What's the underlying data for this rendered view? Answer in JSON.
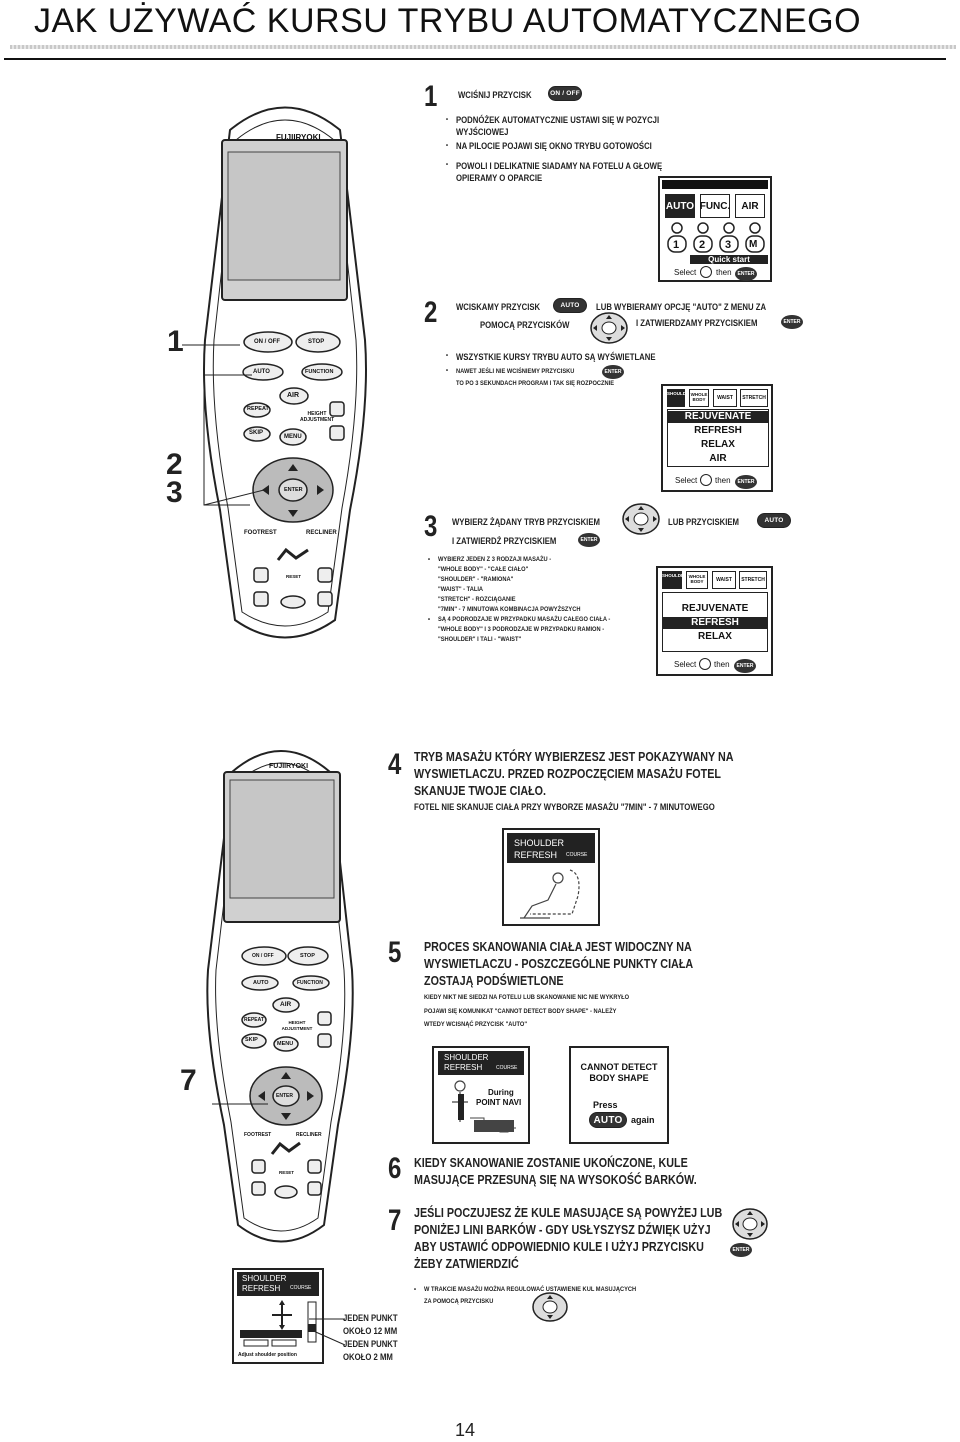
{
  "page": {
    "title": "JAK UŻYWAĆ KURSU TRYBU AUTOMATYCZNEGO",
    "page_number": "14"
  },
  "remote": {
    "brand": "FUJIIRYOKI",
    "buttons": {
      "on_off": "ON / OFF",
      "stop": "STOP",
      "auto": "AUTO",
      "function": "FUNCTION",
      "air": "AIR",
      "repeat": "REPEAT",
      "height": "HEIGHT ADJUSTMENT",
      "skip": "SKIP",
      "menu": "MENU",
      "enter": "ENTER",
      "footrest": "FOOTREST",
      "recliner": "RECLINER",
      "reset": "RESET"
    },
    "callouts": {
      "one": "1",
      "two": "2",
      "three": "3",
      "seven": "7"
    }
  },
  "step1": {
    "num": "1",
    "head": "WCIŚNIJ PRZYCISK",
    "pill": "ON / OFF",
    "b1": "PODNÓŻEK AUTOMATYCZNIE USTAWI SIĘ W POZYCJI",
    "b1b": "WYJŚCIOWEJ",
    "b2": "NA PILOCIE POJAWI SIĘ OKNO TRYBU GOTOWOŚCI",
    "b3": "POWOLI I DELIKATNIE SIADAMY NA FOTELU A GŁOWĘ",
    "b3b": "OPIERAMY O OPARCIE",
    "screen": {
      "tabs": [
        "AUTO",
        "FUNC.",
        "AIR"
      ],
      "users": [
        "1",
        "2",
        "3",
        "M"
      ],
      "quick": "Quick start",
      "select": "Select",
      "then": "then",
      "enter": "ENTER"
    }
  },
  "step2": {
    "num": "2",
    "l1a": "WCISKAMY PRZYCISK",
    "pill": "AUTO",
    "l1b": "LUB WYBIERAMY OPCJĘ \"AUTO\" Z MENU ZA",
    "l2a": "POMOCĄ PRZYCISKÓW",
    "l2b": "I ZATWIERDZAMY PRZYCISKIEM",
    "enter": "ENTER",
    "b1": "WSZYSTKIE KURSY TRYBU AUTO SĄ WYŚWIETLANE",
    "b2": "NAWET JEŚLI NIE WCIŚNIEMY PRZYCISKU",
    "b2b": "TO PO 3 SEKUNDACH PROGRAM I TAK SIĘ ROZPOCZNIE",
    "screen": {
      "tabs": [
        "SHOULDER",
        "WHOLE BODY",
        "WAIST",
        "STRETCH"
      ],
      "items": [
        "REJUVENATE",
        "REFRESH",
        "RELAX",
        "AIR"
      ],
      "select": "Select",
      "then": "then",
      "enter": "ENTER"
    }
  },
  "step3": {
    "num": "3",
    "l1": "WYBIERZ ŻĄDANY TRYB PRZYCISKIEM",
    "l1b": "LUB PRZYCISKIEM",
    "pill": "AUTO",
    "l2": "I ZATWIERDŹ PRZYCISKIEM",
    "enter": "ENTER",
    "list": [
      "WYBIERZ JEDEN Z 3 RODZAJI MASAŻU -",
      "\"WHOLE BODY\" - \"CAŁE CIAŁO\"",
      "\"SHOULDER\" - \"RAMIONA\"",
      "\"WAIST\" - TALIA",
      "\"STRETCH\" - ROZCIĄGANIE",
      "\"7MIN\" - 7 MINUTOWA KOMBINACJA POWYŻSZYCH",
      "SĄ 4 PODRODZAJE W PRZYPADKU MASAŻU CAŁEGO CIAŁA -",
      "\"WHOLE BODY\" I 3 PODRODZAJE W PRZYPADKU RAMION -",
      "\"SHOULDER\" I TALI - \"WAIST\""
    ],
    "screen": {
      "tabs": [
        "SHOULDER",
        "WHOLE BODY",
        "WAIST",
        "STRETCH"
      ],
      "items": [
        "REJUVENATE",
        "REFRESH",
        "RELAX"
      ],
      "select": "Select",
      "then": "then",
      "enter": "ENTER"
    }
  },
  "step4": {
    "num": "4",
    "l1": "TRYB MASAŻU KTÓRY WYBIERZESZ JEST POKAZYWANY NA",
    "l2": "WYSWIETLACZU. PRZED ROZPOCZĘCIEM MASAŻU FOTEL",
    "l3": "SKANUJE TWOJE CIAŁO.",
    "note": "FOTEL NIE SKANUJE CIAŁA PRZY WYBORZE MASAŻU \"7MIN\" - 7 MINUTOWEGO",
    "screen": {
      "l1": "SHOULDER",
      "l2": "REFRESH",
      "course": "COURSE"
    }
  },
  "step5": {
    "num": "5",
    "l1": "PROCES SKANOWANIA CIAŁA JEST WIDOCZNY NA",
    "l2": "WYSWIETLACZU - POSZCZEGÓLNE PUNKTY CIAŁA",
    "l3": "ZOSTAJĄ PODŚWIETLONE",
    "n1": "KIEDY NIKT NIE SIEDZI NA FOTELU LUB SKANOWANIE NIC NIE WYKRYŁO",
    "n2": "POJAWI SIĘ KOMUNIKAT \"CANNOT DETECT BODY SHAPE\" - NALEŻY",
    "n3": "WTEDY WCISNĄĆ PRZYCISK \"AUTO\"",
    "screenA": {
      "l1": "SHOULDER",
      "l2": "REFRESH",
      "course": "COURSE",
      "d1": "During",
      "d2": "POINT NAVI"
    },
    "screenB": {
      "l1": "CANNOT DETECT",
      "l2": "BODY SHAPE",
      "press": "Press",
      "auto": "AUTO",
      "again": "again"
    }
  },
  "step6": {
    "num": "6",
    "l1": "KIEDY SKANOWANIE ZOSTANIE UKOŃCZONE, KULE",
    "l2": "MASUJĄCE PRZESUNĄ SIĘ NA WYSOKOŚĆ BARKÓW."
  },
  "step7": {
    "num": "7",
    "l1": "JEŚLI POCZUJESZ ŻE KULE MASUJĄCE SĄ POWYŻEJ LUB",
    "l2": "PONIŻEJ LINI BARKÓW - GDY USŁYSZYSZ DŹWIĘK UŻYJ",
    "l3": "ABY USTAWIĆ ODPOWIEDNIO KULE I UŻYJ PRZYCISKU",
    "l4": "ŻEBY ZATWIERDZIĆ",
    "enter": "ENTER",
    "note1": "W TRAKCIE MASAŻU MOŻNA REGULOWAĆ USTAWIENIE KUL MASUJĄCYCH",
    "note2": "ZA POMOCĄ PRZYCISKU",
    "screen": {
      "l1": "SHOULDER",
      "l2": "REFRESH",
      "course": "COURSE",
      "bottom": "Adjust shoulder position"
    },
    "callout1a": "JEDEN PUNKT",
    "callout1b": "OKOŁO 12 MM",
    "callout2a": "JEDEN PUNKT",
    "callout2b": "OKOŁO 2 MM"
  }
}
